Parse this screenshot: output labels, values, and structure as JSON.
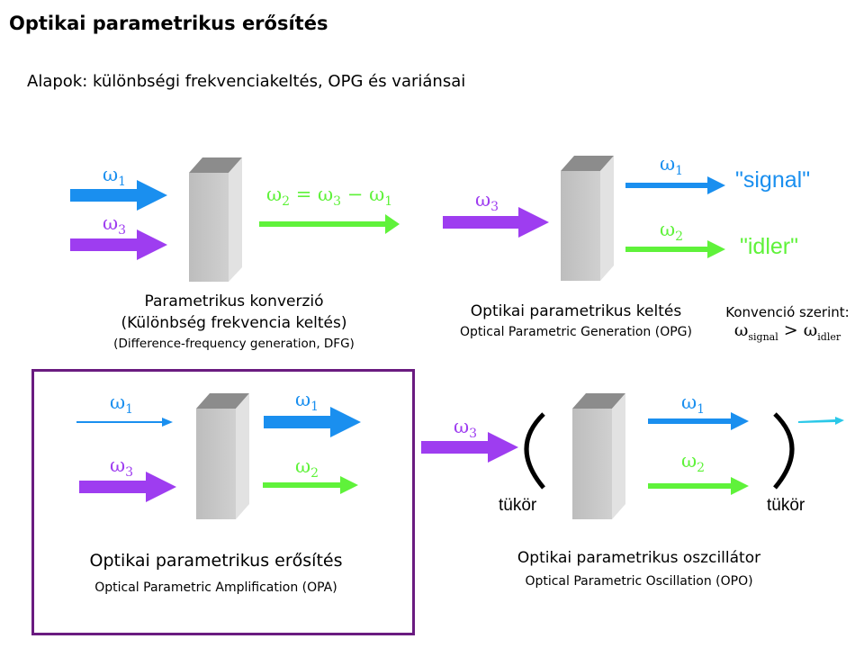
{
  "title": "Optikai parametrikus erősítés",
  "subtitle": "Alapok: különbségi frekvenciakeltés, OPG és variánsai",
  "colors": {
    "omega1": "#1a8fef",
    "omega2": "#5ff23a",
    "omega3": "#9e3df0",
    "box": "#6a1b80",
    "crystal_front": "#c8c8c8",
    "crystal_side": "#e6e6e6",
    "crystal_top": "#8c8c8c"
  },
  "symbols": {
    "omega": "ω",
    "sub1": "1",
    "sub2": "2",
    "sub3": "3",
    "eq": "=",
    "minus": "−",
    "gt": ">",
    "sub_signal": "signal",
    "sub_idler": "idler"
  },
  "dfg": {
    "caption_line1": "Parametrikus konverzió",
    "caption_line2": "(Különbség frekvencia keltés)",
    "caption_line3": "(Difference-frequency generation, DFG)"
  },
  "opg": {
    "signal_label": "\"signal\"",
    "idler_label": "\"idler\"",
    "caption_line1": "Optikai parametrikus keltés",
    "caption_line2": "Optical Parametric Generation (OPG)",
    "convention_label": "Konvenció szerint:"
  },
  "opa": {
    "caption_line1": "Optikai parametrikus erősítés",
    "caption_line2": "Optical Parametric Amplification (OPA)"
  },
  "opo": {
    "mirror_left": "tükör",
    "mirror_right": "tükör",
    "caption_line1": "Optikai parametrikus oszcillátor",
    "caption_line2": "Optical Parametric Oscillation (OPO)"
  }
}
